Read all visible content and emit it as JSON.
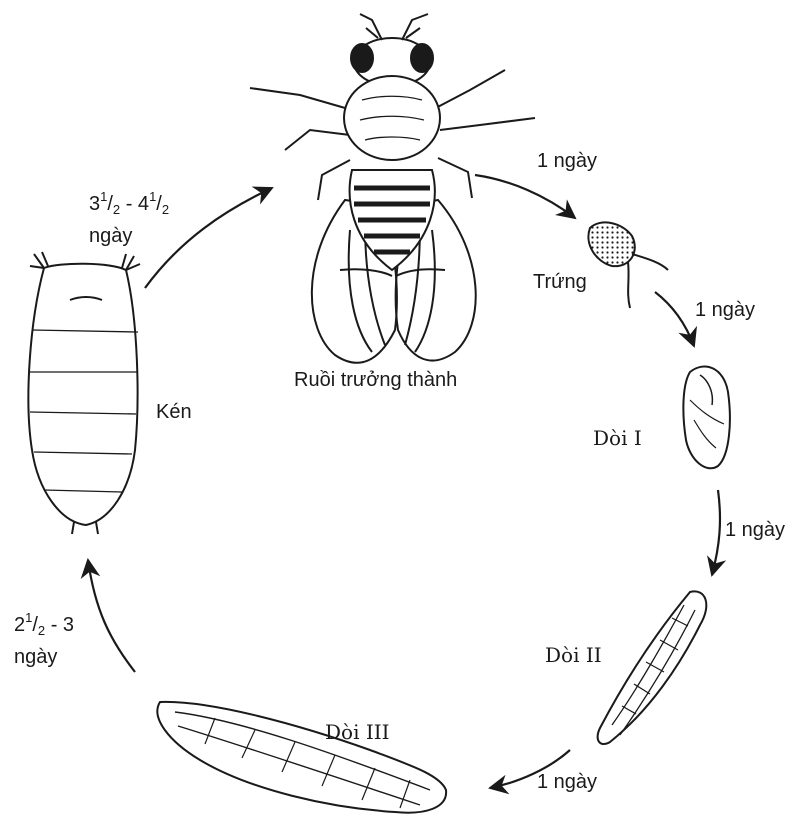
{
  "stages": {
    "adult": "Ruồi trưởng thành",
    "egg": "Trứng",
    "larva1": "Dòi I",
    "larva2": "Dòi II",
    "larva3": "Dòi III",
    "pupa": "Kén"
  },
  "durations": {
    "adult_to_egg": "1 ngày",
    "egg_to_larva1": "1 ngày",
    "larva1_to_larva2": "1 ngày",
    "larva2_to_larva3": "1 ngày",
    "larva3_to_pupa": {
      "whole": "2",
      "num": "1",
      "den": "2",
      "rest": " - 3",
      "unit": "ngày"
    },
    "pupa_to_adult": {
      "a_whole": "3",
      "a_num": "1",
      "a_den": "2",
      "mid": " - 4",
      "b_num": "1",
      "b_den": "2",
      "unit": "ngày"
    }
  },
  "colors": {
    "ink": "#1a1a1a",
    "paper": "#ffffff"
  }
}
